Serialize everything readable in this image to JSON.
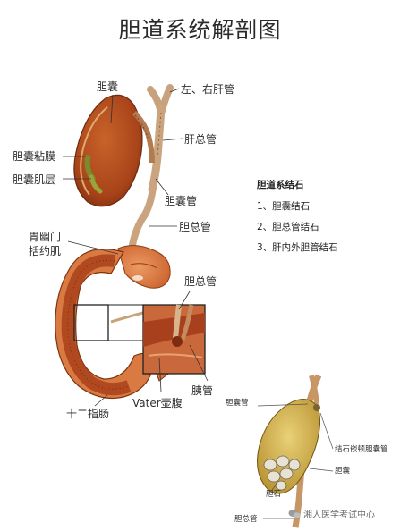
{
  "title": "胆道系统解剖图",
  "labels": {
    "gallbladder": "胆囊",
    "hepatic_ducts": "左、右肝管",
    "common_hepatic_duct": "肝总管",
    "gallbladder_mucosa": "胆囊粘膜",
    "gallbladder_muscle": "胆囊肌层",
    "cystic_duct": "胆囊管",
    "common_bile_duct": "胆总管",
    "pylorus_line1": "胃幽门",
    "pylorus_line2": "括约肌",
    "common_bile_duct_2": "胆总管",
    "pancreatic_duct": "胰管",
    "ampulla": "Vater壶腹",
    "duodenum": "十二指肠"
  },
  "gallstones": {
    "heading": "胆道系结石",
    "items": [
      "1、胆囊结石",
      "2、胆总管结石",
      "3、肝内外胆管结石"
    ]
  },
  "inset": {
    "cystic_duct": "胆囊管",
    "neck_stone": "结石嵌顿胆囊管",
    "gallbladder": "胆囊",
    "stone": "胆石",
    "common_bile_duct": "胆总管"
  },
  "watermark": "湘人医学考试中心",
  "colors": {
    "gallbladder": "#b8501e",
    "duct": "#c9a27a",
    "stomach": "#d8773e",
    "duodenum_inner": "#b0401c",
    "stone": "#e6dfcf"
  }
}
